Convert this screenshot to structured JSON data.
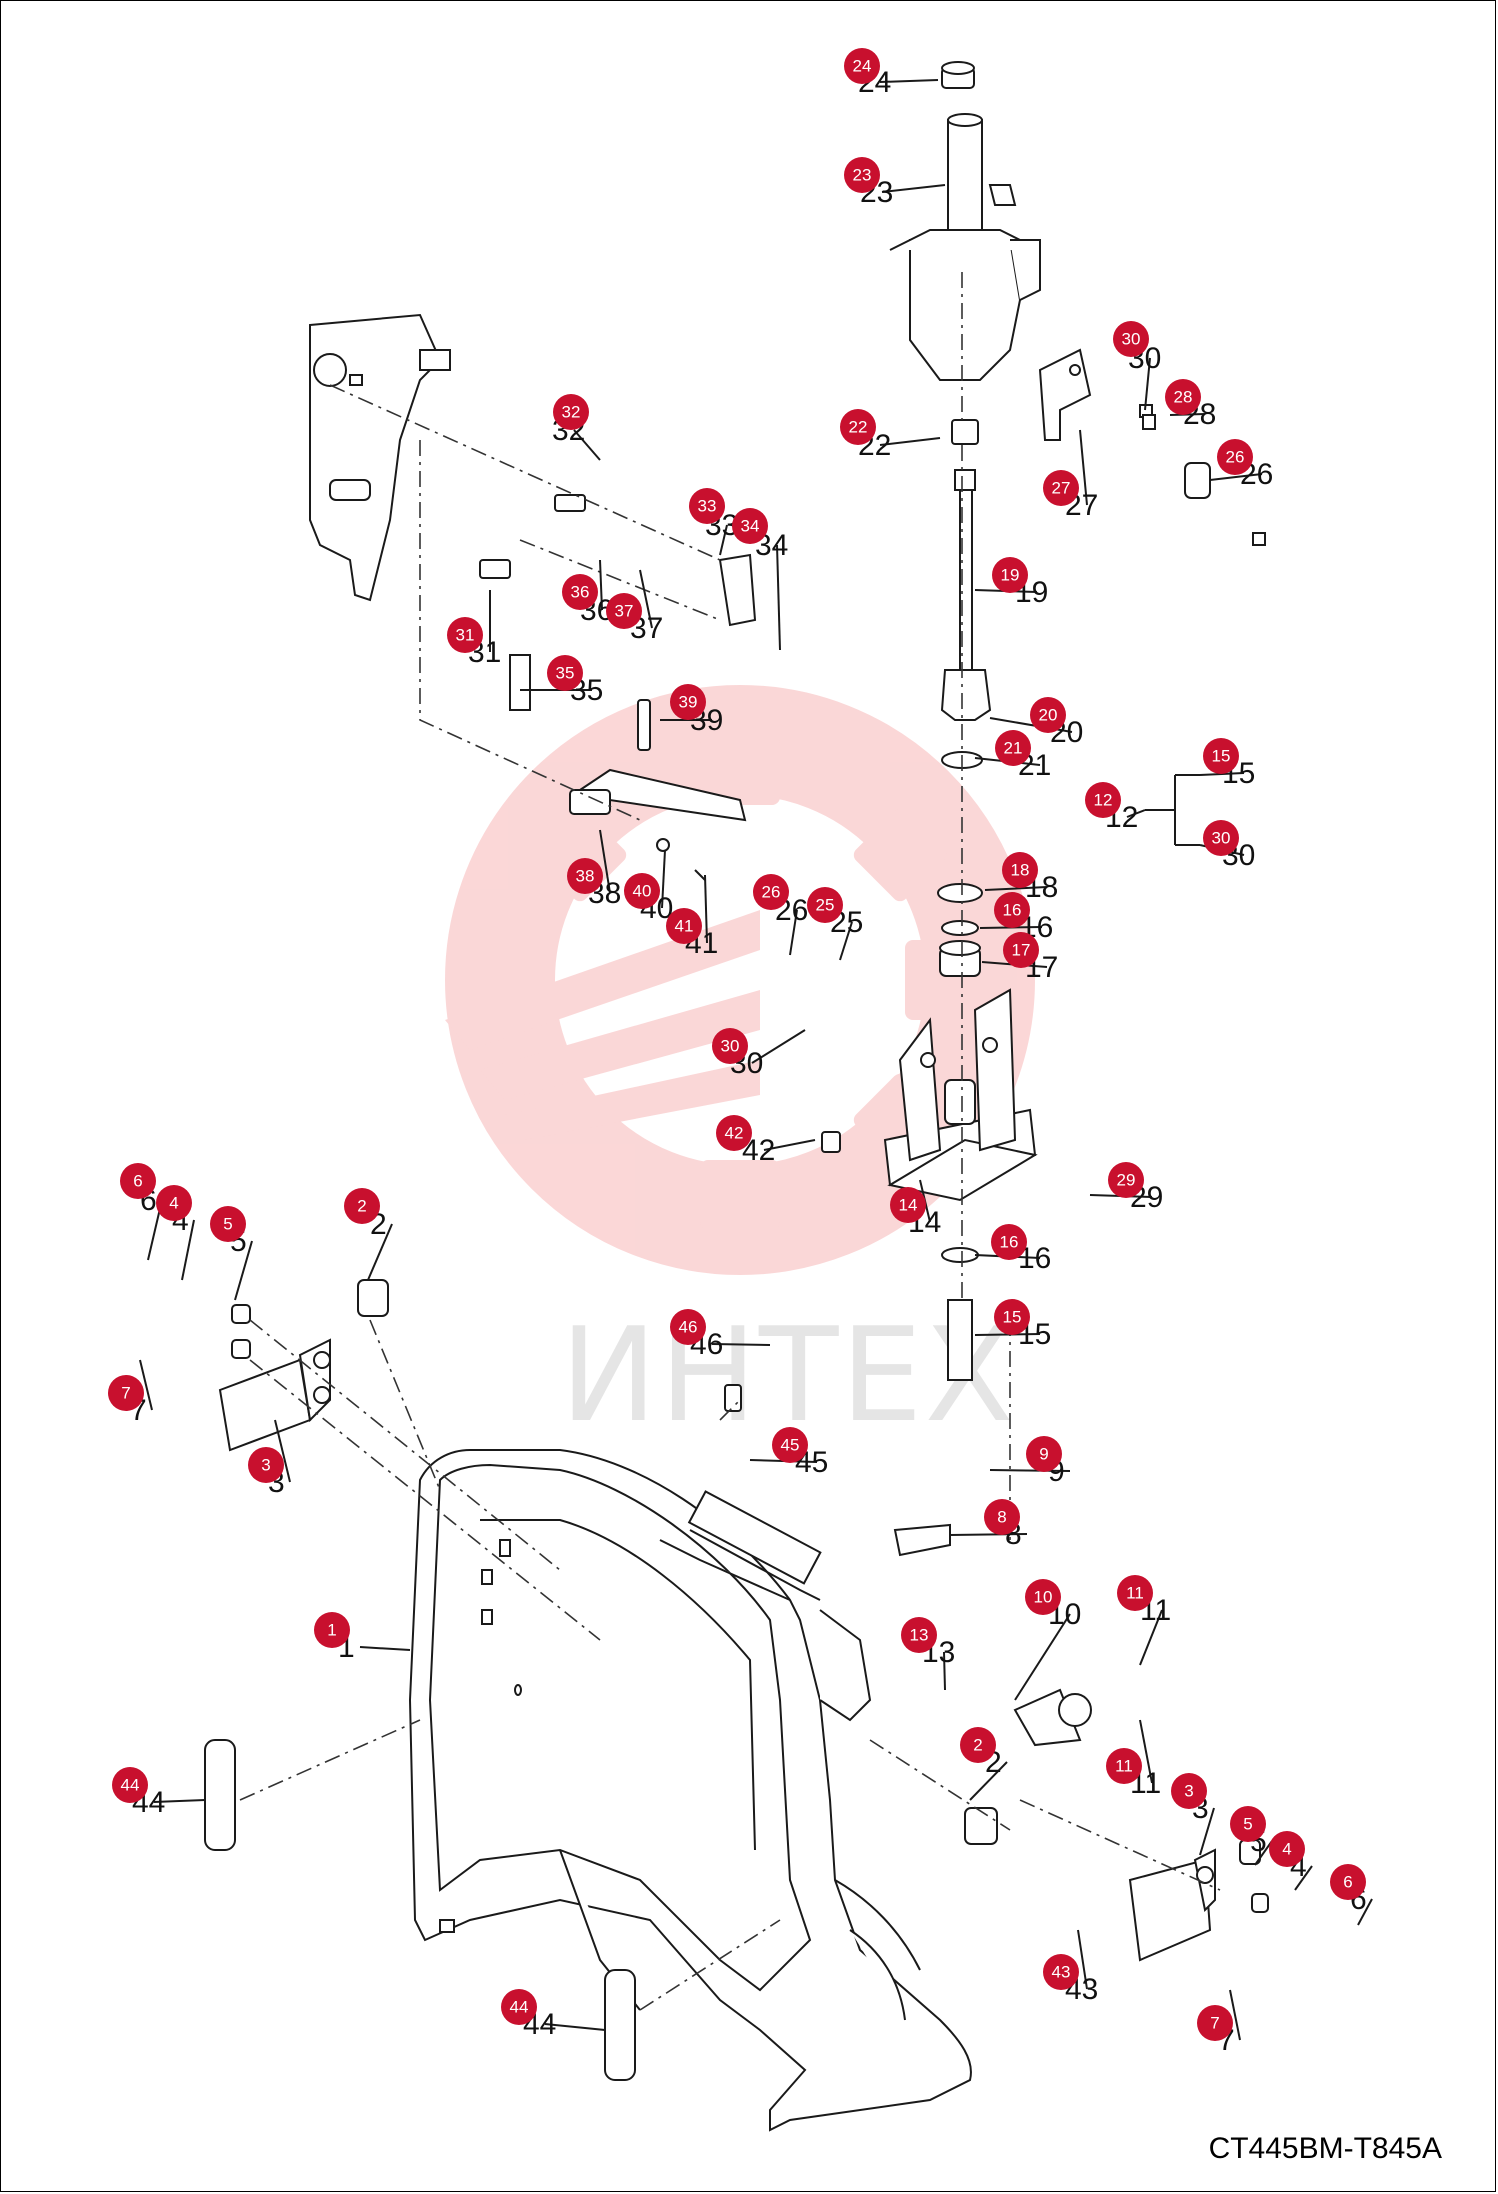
{
  "drawing": {
    "code": "CT445BM-T845A",
    "watermark_text": "ИНТЕХ",
    "colors": {
      "badge": "#c8102e",
      "line": "#1a1a1a",
      "watermark": "#f7b7b7",
      "watermark_text": "#d0d0d0"
    }
  },
  "callouts": [
    {
      "num": "24",
      "label": "24"
    },
    {
      "num": "23",
      "label": "23"
    },
    {
      "num": "30",
      "label": "30"
    },
    {
      "num": "28",
      "label": "28"
    },
    {
      "num": "22",
      "label": "22"
    },
    {
      "num": "26",
      "label": "26"
    },
    {
      "num": "27",
      "label": "27"
    },
    {
      "num": "19",
      "label": "19"
    },
    {
      "num": "20",
      "label": "20"
    },
    {
      "num": "21",
      "label": "21"
    },
    {
      "num": "15",
      "label": "15"
    },
    {
      "num": "12",
      "label": "12"
    },
    {
      "num": "30",
      "label": "30"
    },
    {
      "num": "18",
      "label": "18"
    },
    {
      "num": "16",
      "label": "16"
    },
    {
      "num": "17",
      "label": "17"
    },
    {
      "num": "26",
      "label": "26"
    },
    {
      "num": "25",
      "label": "25"
    },
    {
      "num": "30",
      "label": "30"
    },
    {
      "num": "42",
      "label": "42"
    },
    {
      "num": "29",
      "label": "29"
    },
    {
      "num": "14",
      "label": "14"
    },
    {
      "num": "16",
      "label": "16"
    },
    {
      "num": "15",
      "label": "15"
    },
    {
      "num": "32",
      "label": "32"
    },
    {
      "num": "33",
      "label": "33"
    },
    {
      "num": "34",
      "label": "34"
    },
    {
      "num": "36",
      "label": "36"
    },
    {
      "num": "37",
      "label": "37"
    },
    {
      "num": "31",
      "label": "31"
    },
    {
      "num": "35",
      "label": "35"
    },
    {
      "num": "39",
      "label": "39"
    },
    {
      "num": "38",
      "label": "38"
    },
    {
      "num": "40",
      "label": "40"
    },
    {
      "num": "41",
      "label": "41"
    },
    {
      "num": "6",
      "label": "6"
    },
    {
      "num": "4",
      "label": "4"
    },
    {
      "num": "5",
      "label": "5"
    },
    {
      "num": "2",
      "label": "2"
    },
    {
      "num": "7",
      "label": "7"
    },
    {
      "num": "3",
      "label": "3"
    },
    {
      "num": "46",
      "label": "46"
    },
    {
      "num": "45",
      "label": "45"
    },
    {
      "num": "9",
      "label": "9"
    },
    {
      "num": "8",
      "label": "8"
    },
    {
      "num": "1",
      "label": "1"
    },
    {
      "num": "10",
      "label": "10"
    },
    {
      "num": "11",
      "label": "11"
    },
    {
      "num": "13",
      "label": "13"
    },
    {
      "num": "2",
      "label": "2"
    },
    {
      "num": "11",
      "label": "11"
    },
    {
      "num": "44",
      "label": "44"
    },
    {
      "num": "3",
      "label": "3"
    },
    {
      "num": "5",
      "label": "5"
    },
    {
      "num": "4",
      "label": "4"
    },
    {
      "num": "6",
      "label": "6"
    },
    {
      "num": "43",
      "label": "43"
    },
    {
      "num": "7",
      "label": "7"
    },
    {
      "num": "44",
      "label": "44"
    }
  ]
}
